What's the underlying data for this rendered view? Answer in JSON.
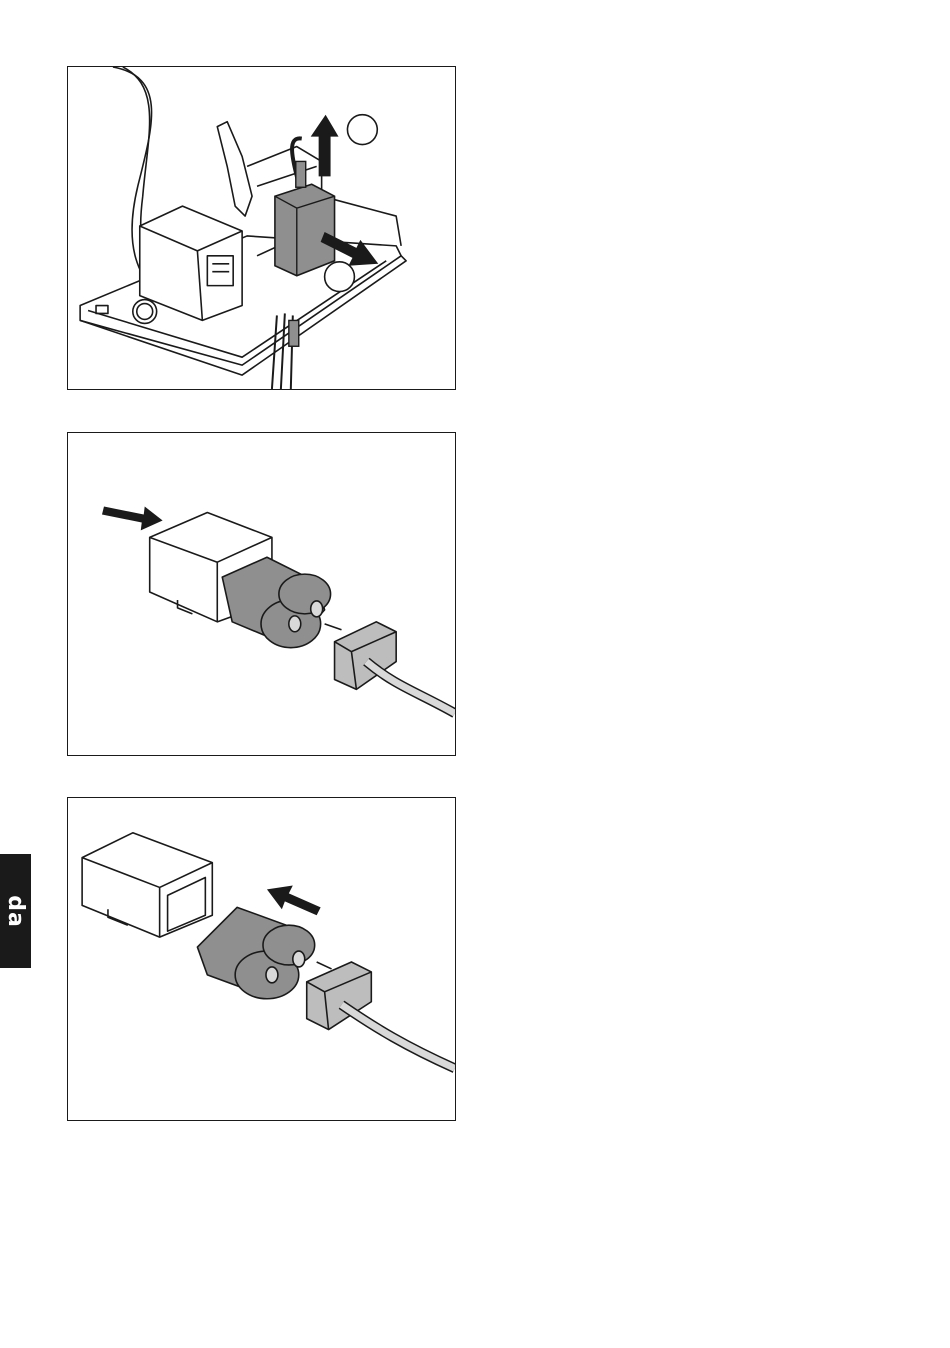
{
  "language_tab": {
    "label": "da"
  },
  "figures": [
    {
      "id": "fig1",
      "name": "ignition-unit-removal",
      "markers": [
        "",
        ""
      ]
    },
    {
      "id": "fig2",
      "name": "battery-cover-removal"
    },
    {
      "id": "fig3",
      "name": "battery-insertion"
    }
  ],
  "colors": {
    "line": "#1a1a1a",
    "part_gray": "#8f8f8f",
    "light_gray": "#d9d9d9",
    "tab_bg": "#1a1a1a"
  }
}
